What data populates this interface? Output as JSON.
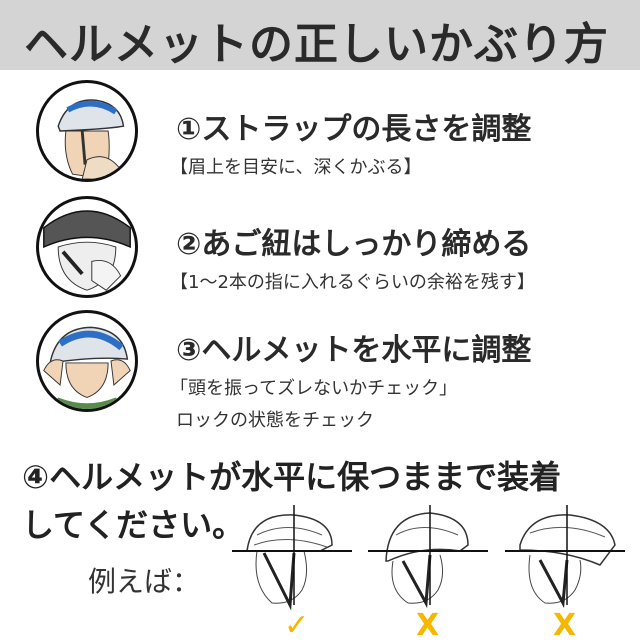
{
  "header": {
    "title": "ヘルメットの正しいかぶり方"
  },
  "steps": [
    {
      "heading": "①ストラップの長さを調整",
      "notes": [
        "【眉上を目安に、深くかぶる】"
      ]
    },
    {
      "heading": "②あご紐はしっかり締める",
      "notes": [
        "【1～2本の指に入れるぐらいの余裕を残す】"
      ]
    },
    {
      "heading": "③ヘルメットを水平に調整",
      "notes": [
        "「頭を振ってズレないかチェック」",
        "ロックの状態をチェック"
      ]
    }
  ],
  "step4": {
    "line1": "④ヘルメットが水平に保つままで装着",
    "line2": "してください。",
    "example_label": "例えば："
  },
  "examples": [
    {
      "result": "correct",
      "mark": "✓"
    },
    {
      "result": "incorrect",
      "mark": "X"
    },
    {
      "result": "incorrect",
      "mark": "X"
    }
  ],
  "colors": {
    "header_bg": "#d4d4d4",
    "mark": "#f5b700",
    "helmet_blue": "#2d6fc4"
  }
}
